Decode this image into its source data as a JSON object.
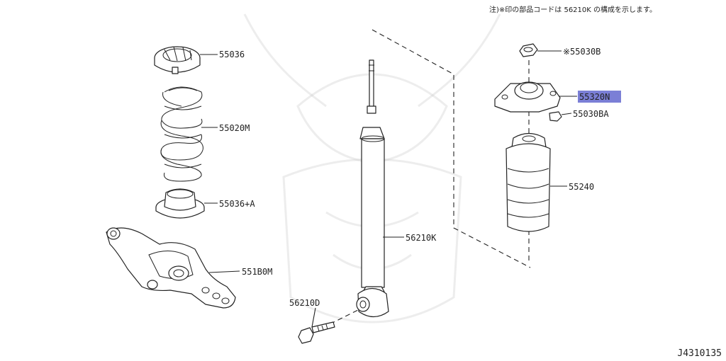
{
  "note": "注)※印の部品コードは 56210K の構成を示します。",
  "figure_id": "J4310135",
  "labels": {
    "p55036": "55036",
    "p55020m": "55020M",
    "p55036a": "55036+A",
    "p551b0m": "551B0M",
    "p56210k": "56210K",
    "p56210d": "56210D",
    "p55030b": "※55030B",
    "p55320n": "55320N",
    "p55030ba": "55030BA",
    "p55240": "55240"
  },
  "highlight": {
    "part": "55320N",
    "color": "#7b7fd6"
  }
}
